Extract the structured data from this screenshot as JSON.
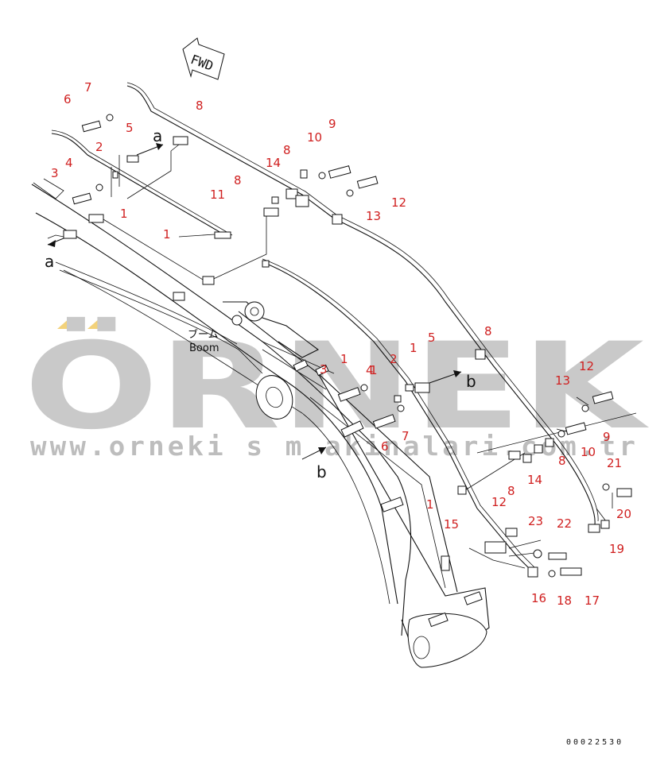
{
  "diagram": {
    "direction_label": "FWD",
    "boom_label_jp": "ブーム",
    "boom_label_en": "Boom",
    "drawing_code": "00022530",
    "watermark": {
      "brand": "ÖRNEK",
      "url": "www.orneki s m akinalari.com.tr",
      "accent_color": "#f3d27a",
      "text_color": "#c9c9c9"
    },
    "callout_color": "#d02020",
    "refs": [
      "a",
      "a",
      "b",
      "b"
    ],
    "callouts": [
      "6",
      "7",
      "5",
      "2",
      "3",
      "4",
      "1",
      "1",
      "8",
      "11",
      "8",
      "14",
      "10",
      "9",
      "12",
      "13",
      "8",
      "1",
      "4",
      "1",
      "2",
      "1",
      "5",
      "13",
      "12",
      "6",
      "7",
      "9",
      "10",
      "8",
      "14",
      "8",
      "12",
      "21",
      "20",
      "19",
      "15",
      "23",
      "22",
      "16",
      "18",
      "17",
      "3",
      "8"
    ]
  }
}
